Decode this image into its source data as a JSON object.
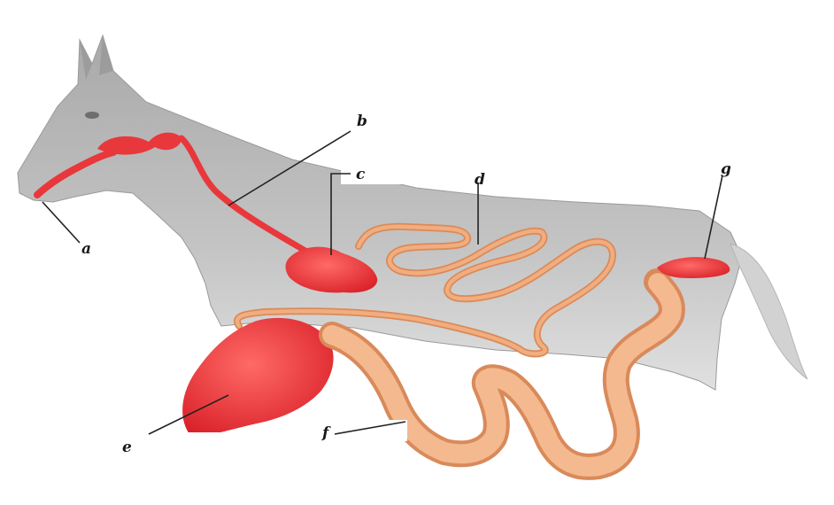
{
  "labels": {
    "a": "a",
    "b": "b",
    "c": "c",
    "d": "d",
    "e": "e",
    "f": "f",
    "g": "g"
  },
  "colors": {
    "body": "#b9b9b9",
    "organ_red": "#e8383c",
    "intestine": "#f2ad7e",
    "intestine_edge": "#d98a5a",
    "pointer": "#222222"
  }
}
